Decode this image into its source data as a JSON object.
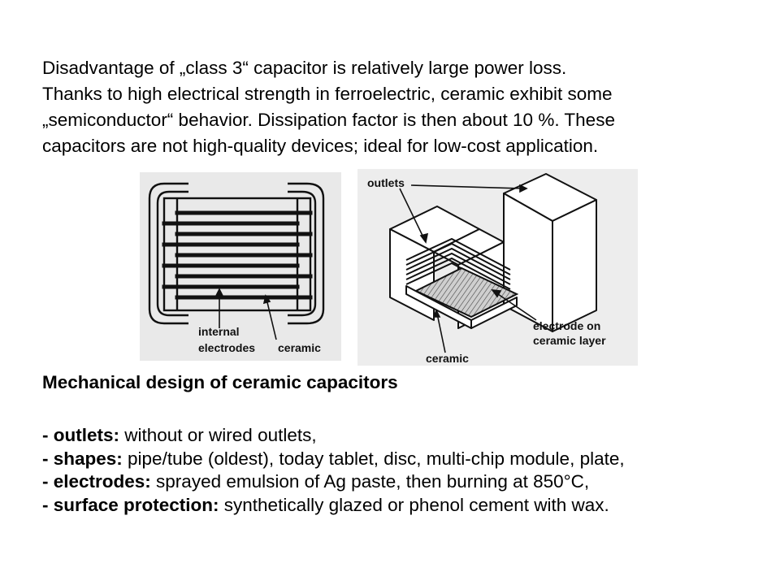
{
  "intro": {
    "lines": [
      "Disadvantage of „class 3“ capacitor is relatively large power loss.",
      "Thanks to high electrical strength in ferroelectric, ceramic exhibit some",
      "„semiconductor“ behavior. Dissipation factor is then about 10 %. These",
      "capacitors are not high-quality devices; ideal for low-cost application."
    ]
  },
  "figure_left": {
    "label_internal_1": "internal",
    "label_internal_2": "electrodes",
    "label_ceramic": "ceramic"
  },
  "figure_right": {
    "label_outlets": "outlets",
    "label_electrode_1": "electrode on",
    "label_electrode_2": "ceramic layer",
    "label_ceramic": "ceramic"
  },
  "section": {
    "title": "Mechanical design of ceramic capacitors"
  },
  "bullets": [
    {
      "term": "- outlets:",
      "text": " without or wired outlets,"
    },
    {
      "term": "- shapes:",
      "text": " pipe/tube (oldest), today tablet, disc, multi-chip module, plate,"
    },
    {
      "term": "- electrodes:",
      "text": " sprayed emulsion of Ag paste, then burning at 850°C,"
    },
    {
      "term": "- surface protection:",
      "text": " synthetically glazed or phenol cement with wax."
    }
  ]
}
